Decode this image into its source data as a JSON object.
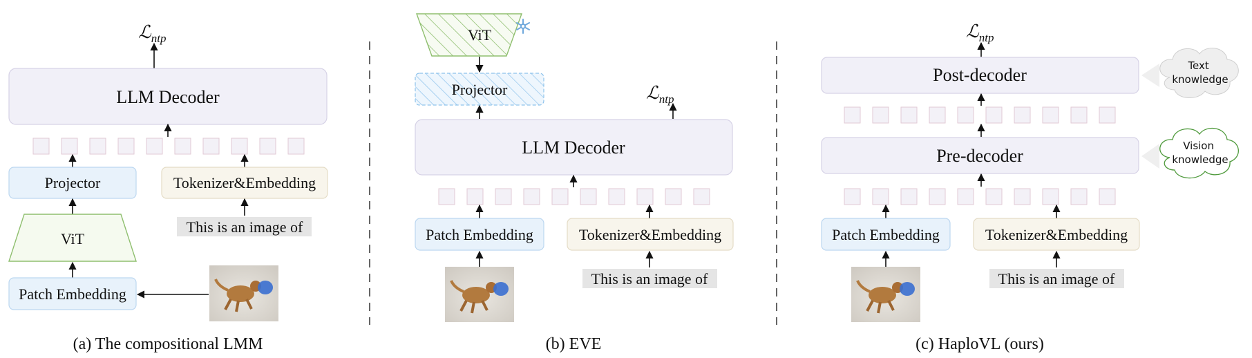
{
  "panel_a": {
    "loss": "ℒ",
    "loss_sub": "ntp",
    "decoder": "LLM Decoder",
    "projector": "Projector",
    "tokenizer": "Tokenizer&Embedding",
    "vit": "ViT",
    "patch_embedding": "Patch Embedding",
    "text_input": "This is an image of",
    "caption": "(a) The compositional LMM"
  },
  "panel_b": {
    "vit": "ViT",
    "projector": "Projector",
    "loss": "ℒ",
    "loss_sub": "ntp",
    "decoder": "LLM Decoder",
    "patch_embedding": "Patch Embedding",
    "tokenizer": "Tokenizer&Embedding",
    "text_input": "This is an image of",
    "caption": "(b) EVE",
    "frozen_icon": "snowflake-icon"
  },
  "panel_c": {
    "loss": "ℒ",
    "loss_sub": "ntp",
    "post_decoder": "Post-decoder",
    "pre_decoder": "Pre-decoder",
    "text_knowledge": [
      "Text",
      "knowledge"
    ],
    "vision_knowledge": [
      "Vision",
      "knowledge"
    ],
    "patch_embedding": "Patch Embedding",
    "tokenizer": "Tokenizer&Embedding",
    "text_input": "This is an image of",
    "caption": "(c) HaploVL (ours)"
  },
  "colors": {
    "decoder_fill": "#f1f0f8",
    "decoder_stroke": "#d6d2e6",
    "blue_fill": "#e8f2fb",
    "blue_stroke": "#bcd7f0",
    "cream_fill": "#f8f5ec",
    "cream_stroke": "#e4dcc6",
    "green_fill": "#f5faef",
    "green_stroke": "#8fbf6f",
    "token_fill": "#f3f1f7",
    "token_stroke": "#e2c9d4",
    "text_highlight": "#e5e5e5"
  }
}
